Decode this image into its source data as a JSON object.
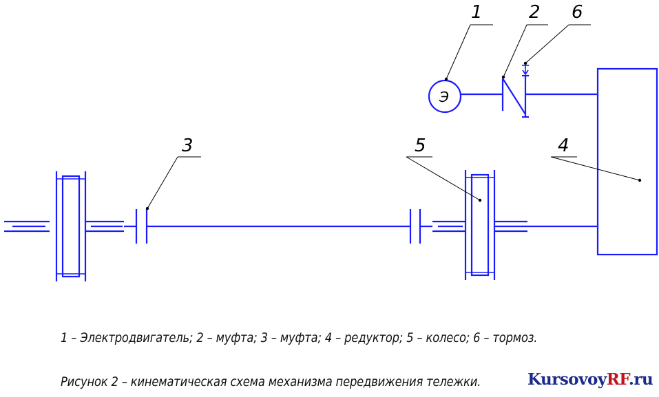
{
  "labels": {
    "motor": "1",
    "coupling_top": "2",
    "brake": "6",
    "coupling_shaft": "3",
    "wheel": "5",
    "reducer": "4",
    "motor_symbol": "Э"
  },
  "legend": "1 – Электродвигатель; 2 – муфта; 3 – муфта; 4 – редуктор; 5 – колесо; 6 – тормоз.",
  "caption": "Рисунок 2 – кинематическая схема механизма передвижения тележки.",
  "watermark": {
    "part1": "Kursovoy",
    "part2": "RF",
    "part3": ".ru"
  },
  "colors": {
    "scheme": "#1a1aff",
    "leaders": "#000000",
    "watermark_blue": "#1b2a8a",
    "watermark_red": "#c0141c"
  }
}
